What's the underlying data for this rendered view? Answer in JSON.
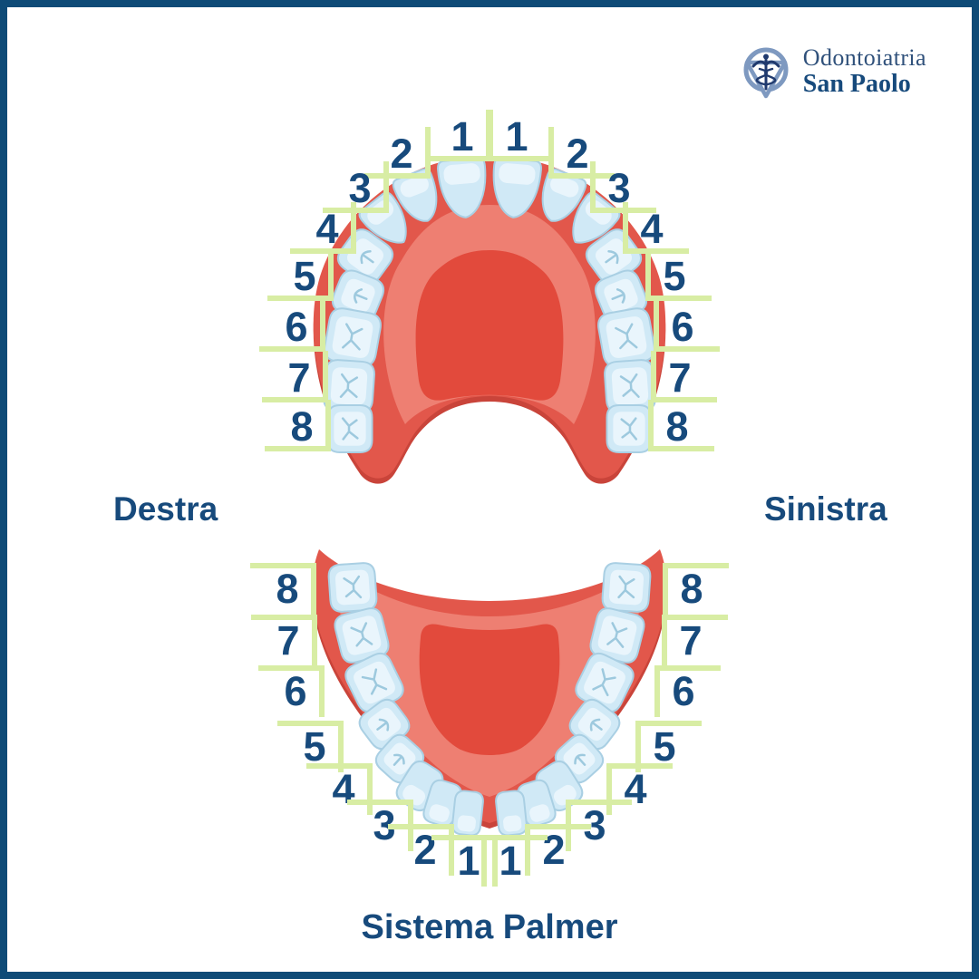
{
  "logo": {
    "line1": "Odontoiatria",
    "line2": "San Paolo",
    "icon": "caduceus-in-circle-triangle"
  },
  "labels": {
    "destra": "Destra",
    "sinistra": "Sinistra",
    "system": "Sistema Palmer"
  },
  "palmer_numbers": {
    "upper_destra": [
      "1",
      "2",
      "3",
      "4",
      "5",
      "6",
      "7",
      "8"
    ],
    "upper_sinistra": [
      "1",
      "2",
      "3",
      "4",
      "5",
      "6",
      "7",
      "8"
    ],
    "lower_destra": [
      "8",
      "7",
      "6",
      "5",
      "4",
      "3",
      "2",
      "1"
    ],
    "lower_sinistra": [
      "8",
      "7",
      "6",
      "5",
      "4",
      "3",
      "2",
      "1"
    ]
  },
  "chart_data": {
    "type": "table",
    "title": "Sistema Palmer",
    "description": "Palmer dental notation: occlusal view of upper and lower arches, 8 teeth per quadrant numbered 1 (central incisor) to 8 (third molar), with L-shaped quadrant brackets",
    "quadrants": [
      {
        "name": "upper_destra",
        "numbers": [
          1,
          2,
          3,
          4,
          5,
          6,
          7,
          8
        ],
        "bracket": "corner-bottom-right"
      },
      {
        "name": "upper_sinistra",
        "numbers": [
          1,
          2,
          3,
          4,
          5,
          6,
          7,
          8
        ],
        "bracket": "corner-bottom-left"
      },
      {
        "name": "lower_destra",
        "numbers": [
          1,
          2,
          3,
          4,
          5,
          6,
          7,
          8
        ],
        "bracket": "corner-top-right"
      },
      {
        "name": "lower_sinistra",
        "numbers": [
          1,
          2,
          3,
          4,
          5,
          6,
          7,
          8
        ],
        "bracket": "corner-top-left"
      }
    ]
  },
  "colors": {
    "frame": "#0e4b77",
    "navy": "#174a7c",
    "green": "#d8eda4",
    "gum": "#e2574b",
    "gum_light": "#ee7f72",
    "gum_dark": "#e24a3c",
    "gum_shadow": "#c9443a",
    "tooth": "#d0e9f6",
    "tooth_light": "#e9f5fc",
    "tooth_stroke": "#a9cfe3",
    "fissure": "#9dc9de",
    "logo_ring": "#7e99c0",
    "logo_mark": "#203a6e",
    "logo_text": "#30517b",
    "logo_text_bold": "#174a7c",
    "background": "#ffffff"
  }
}
